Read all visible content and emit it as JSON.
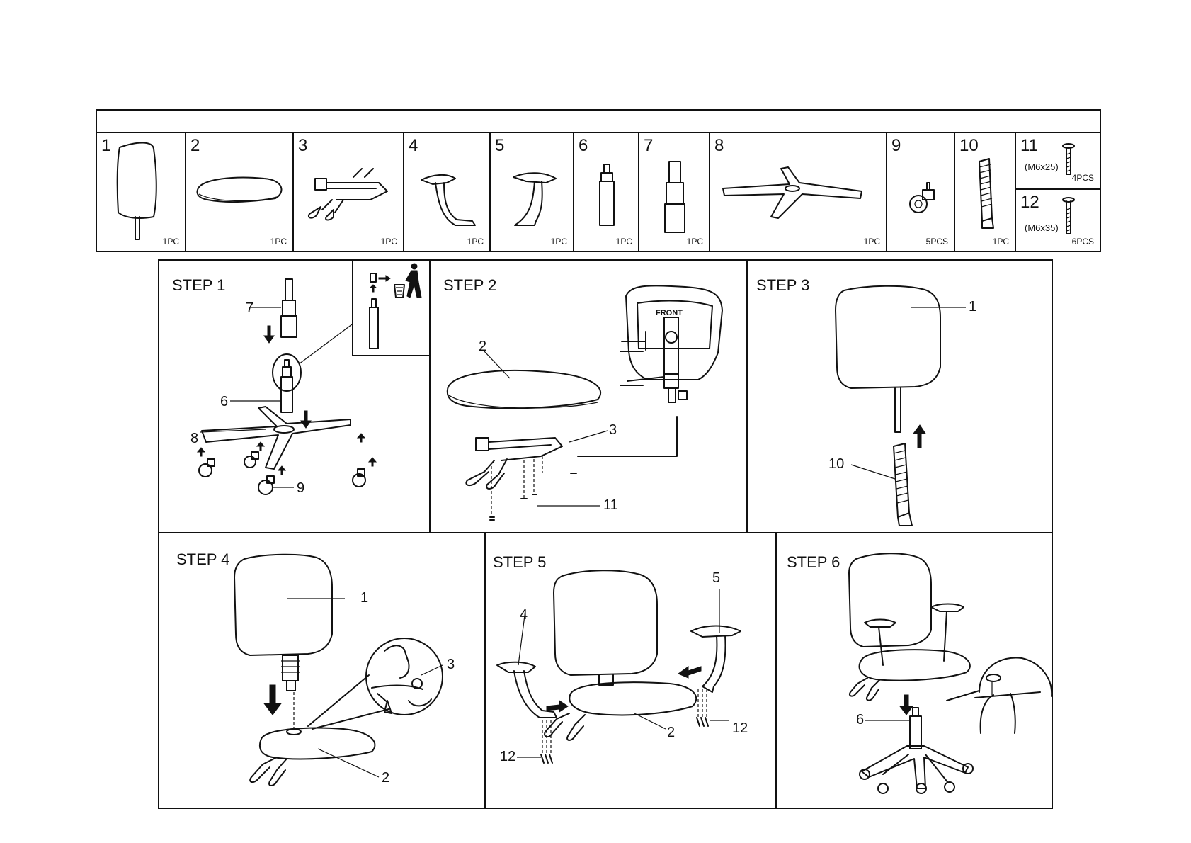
{
  "parts_table": {
    "parts": [
      {
        "number": "1",
        "qty": "1PC",
        "icon": "backrest-icon"
      },
      {
        "number": "2",
        "qty": "1PC",
        "icon": "seat-cushion-icon"
      },
      {
        "number": "3",
        "qty": "1PC",
        "icon": "seat-mechanism-icon"
      },
      {
        "number": "4",
        "qty": "1PC",
        "icon": "armrest-left-icon"
      },
      {
        "number": "5",
        "qty": "1PC",
        "icon": "armrest-right-icon"
      },
      {
        "number": "6",
        "qty": "1PC",
        "icon": "gas-lift-icon"
      },
      {
        "number": "7",
        "qty": "1PC",
        "icon": "gas-lift-cover-icon"
      },
      {
        "number": "8",
        "qty": "1PC",
        "icon": "star-base-icon"
      },
      {
        "number": "9",
        "qty": "5PCS",
        "icon": "caster-icon"
      },
      {
        "number": "10",
        "qty": "1PC",
        "icon": "bellows-cover-icon"
      },
      {
        "number": "11",
        "spec": "(M6x25)",
        "qty": "4PCS",
        "icon": "bolt-icon"
      },
      {
        "number": "12",
        "spec": "(M6x35)",
        "qty": "6PCS",
        "icon": "bolt-icon"
      }
    ]
  },
  "steps": [
    {
      "title": "STEP 1",
      "callouts": [
        "7",
        "6",
        "8",
        "9"
      ],
      "icons": [
        "arrow-down-icon",
        "trash-bin-icon"
      ]
    },
    {
      "title": "STEP 2",
      "callouts": [
        "2",
        "3",
        "11"
      ],
      "inset_label": "FRONT"
    },
    {
      "title": "STEP 3",
      "callouts": [
        "1",
        "10"
      ],
      "icons": [
        "arrow-up-icon"
      ]
    },
    {
      "title": "STEP 4",
      "callouts": [
        "1",
        "3",
        "2"
      ],
      "icons": [
        "arrow-down-icon",
        "rotate-icon"
      ]
    },
    {
      "title": "STEP 5",
      "callouts": [
        "5",
        "4",
        "2",
        "12",
        "12"
      ],
      "icons": [
        "arrow-right-icon",
        "arrow-left-icon"
      ]
    },
    {
      "title": "STEP 6",
      "callouts": [
        "6"
      ],
      "icons": [
        "arrow-down-icon"
      ]
    }
  ]
}
